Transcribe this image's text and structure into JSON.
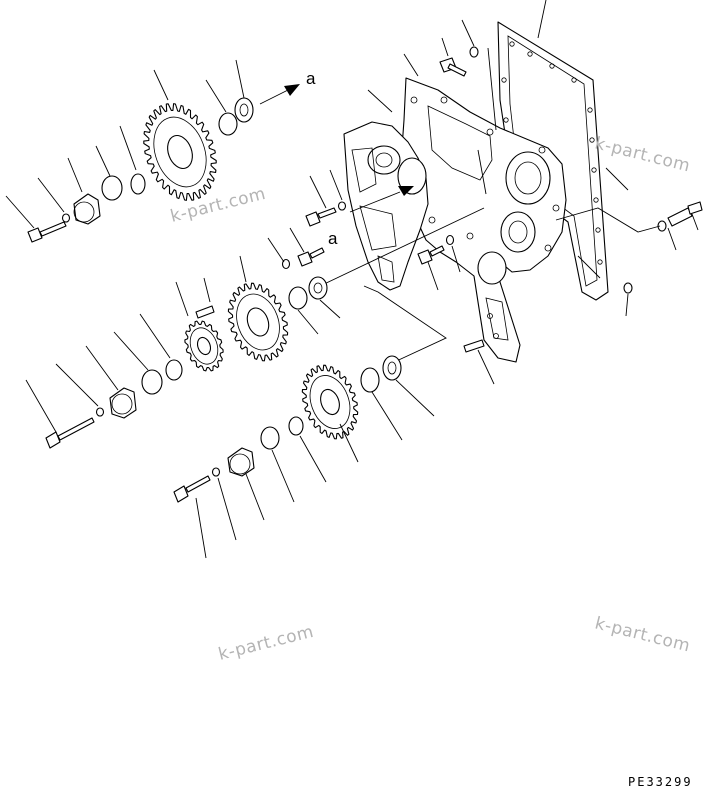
{
  "diagram": {
    "callout_letter": "a",
    "figure_code": "PE33299",
    "watermark_text": "k-part.com",
    "line_color": "#000000",
    "background_color": "#ffffff",
    "watermark_color": "#b4b4b4"
  }
}
